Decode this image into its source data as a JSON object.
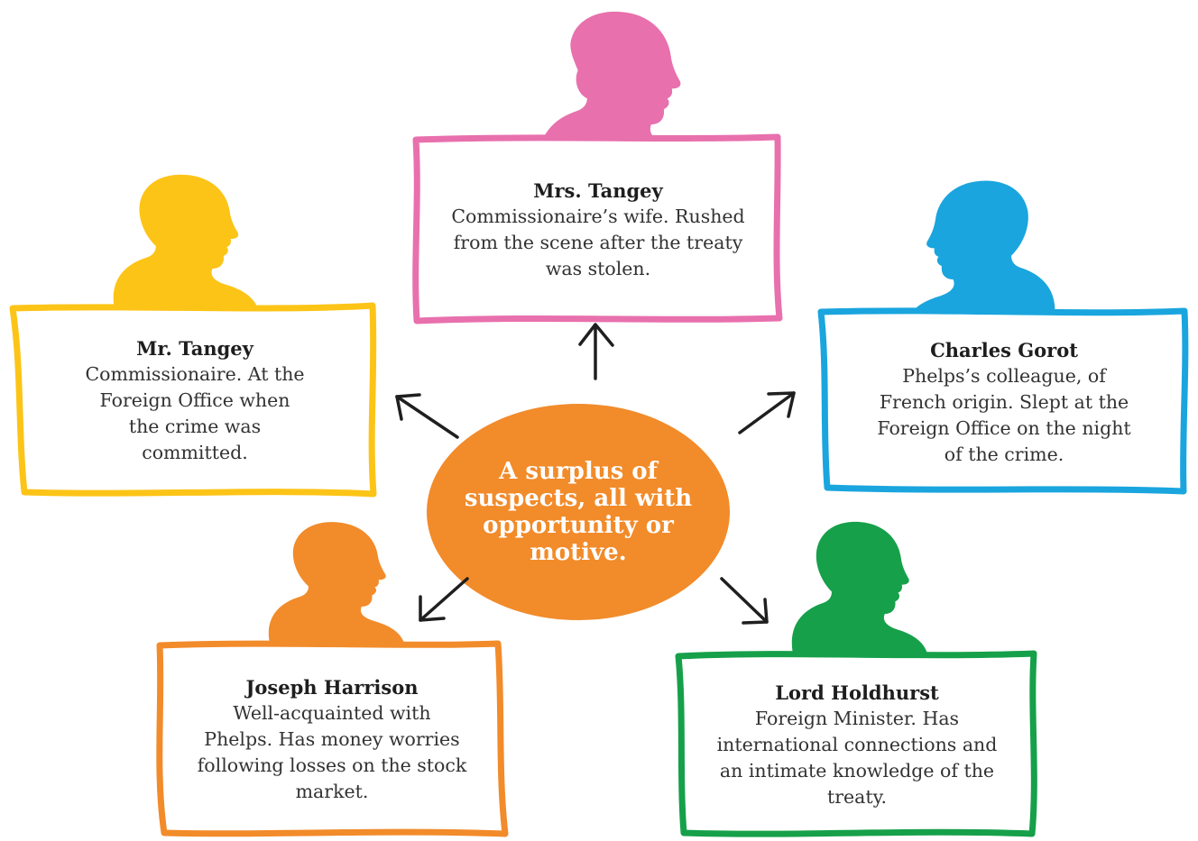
{
  "center": {
    "text": "A surplus of suspects, all with opportunity or motive."
  },
  "colors": {
    "mrs_tangey": "#e870ad",
    "mr_tangey": "#fcc417",
    "charles_gorot": "#1aa5de",
    "joseph_harrison": "#f28b2a",
    "lord_holdhurst": "#16a04a",
    "center": "#f28b2a",
    "arrow": "#1f1f1f"
  },
  "suspects": [
    {
      "id": "mrs_tangey",
      "name": "Mrs. Tangey",
      "description": "Commissionaire’s wife. Rushed from the scene after the treaty was stolen.",
      "icon": "female-head-silhouette-icon"
    },
    {
      "id": "mr_tangey",
      "name": "Mr. Tangey",
      "description": "Commissionaire. At the Foreign Office when the crime was committed.",
      "icon": "male-head-silhouette-icon"
    },
    {
      "id": "charles_gorot",
      "name": "Charles Gorot",
      "description": "Phelps’s colleague, of French origin. Slept at the Foreign Office on the night of the crime.",
      "icon": "male-head-silhouette-icon"
    },
    {
      "id": "joseph_harrison",
      "name": "Joseph Harrison",
      "description": "Well-acquainted with Phelps. Has money worries following losses on the stock market.",
      "icon": "male-head-silhouette-icon"
    },
    {
      "id": "lord_holdhurst",
      "name": "Lord Holdhurst",
      "description": "Foreign Minister. Has international connections and an intimate knowledge of the treaty.",
      "icon": "male-head-silhouette-icon"
    }
  ]
}
